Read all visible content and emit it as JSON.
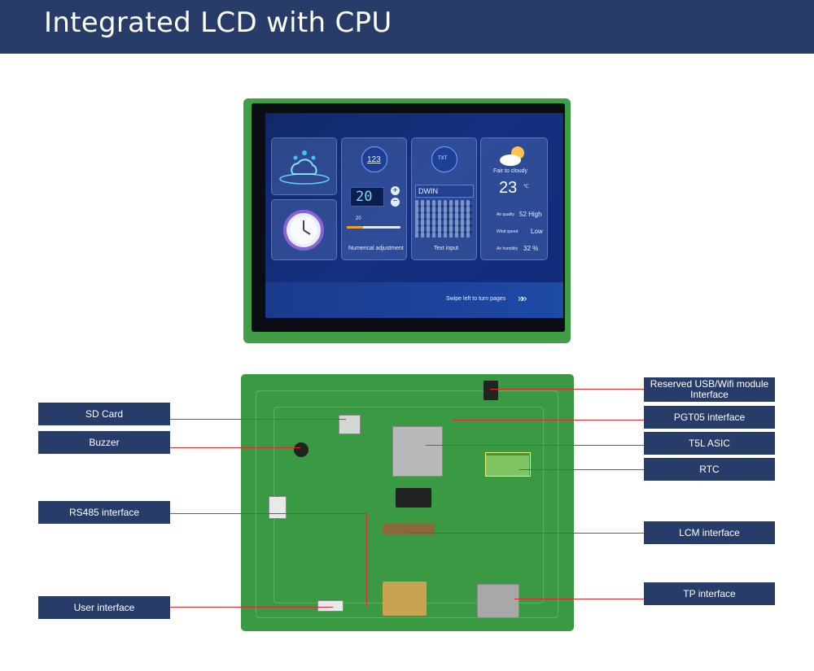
{
  "header": {
    "title": "Integrated LCD with CPU"
  },
  "screen": {
    "weather": {
      "condition": "Fair to cloudy",
      "temperature": "23",
      "unit": "℃",
      "rows": [
        {
          "label": "Air quality",
          "value": "52 High"
        },
        {
          "label": "Wind speed",
          "value": "Low"
        },
        {
          "label": "Air humidity",
          "value": "32 %"
        }
      ]
    },
    "numeric": {
      "icon_text": "123",
      "display_value": "20",
      "slider_value": "20",
      "caption": "Numerical adjustment"
    },
    "text_input": {
      "icon_text": "TXT",
      "field_value": "DWIN",
      "caption": "Text input"
    },
    "swipe_hint": "Swipe left to turn pages"
  },
  "labels": {
    "left": [
      "SD Card",
      "Buzzer",
      "RS485 interface",
      "User interface"
    ],
    "right": [
      "Reserved USB/Wifi module Interface",
      "PGT05 interface",
      "T5L ASIC",
      "RTC",
      "LCM interface",
      "TP interface"
    ]
  },
  "colors": {
    "header": "#283c6a",
    "label_bg": "#283c6a",
    "leader_line": "#e8262c",
    "pcb": "#3a9a43"
  }
}
